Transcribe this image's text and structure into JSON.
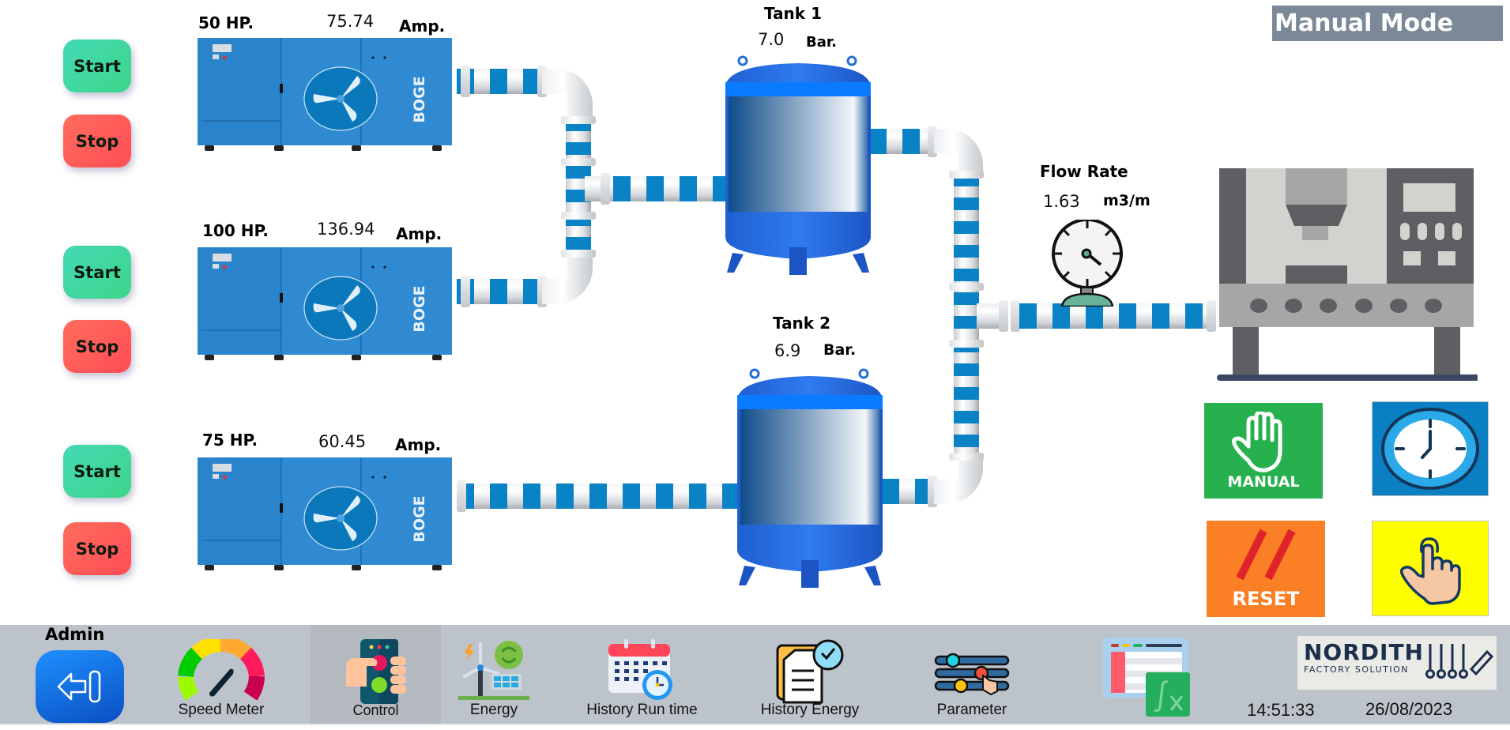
{
  "mode": {
    "label": "Manual Mode"
  },
  "compressors": [
    {
      "hp_label": "50 HP.",
      "current": "75.74",
      "unit": "Amp.",
      "brand": "BOGE",
      "start_label": "Start",
      "stop_label": "Stop"
    },
    {
      "hp_label": "100 HP.",
      "current": "136.94",
      "unit": "Amp.",
      "brand": "BOGE",
      "start_label": "Start",
      "stop_label": "Stop"
    },
    {
      "hp_label": "75 HP.",
      "current": "60.45",
      "unit": "Amp.",
      "brand": "BOGE",
      "start_label": "Start",
      "stop_label": "Stop"
    }
  ],
  "tanks": [
    {
      "name": "Tank 1",
      "pressure": "7.0",
      "unit": "Bar."
    },
    {
      "name": "Tank 2",
      "pressure": "6.9",
      "unit": "Bar."
    }
  ],
  "flow": {
    "title": "Flow Rate",
    "value": "1.63",
    "unit": "m3/m"
  },
  "control_tiles": {
    "manual_label": "MANUAL",
    "reset_label": "RESET",
    "manual_color": "#27b04e",
    "clock_color": "#0a7fc1",
    "reset_color": "#fa7f25",
    "touch_color": "#ffff00"
  },
  "user": {
    "role": "Admin"
  },
  "nav": {
    "items": [
      {
        "label": "Speed Meter",
        "icon": "speedometer-icon"
      },
      {
        "label": "Control",
        "icon": "remote-control-icon",
        "active": true
      },
      {
        "label": "Energy",
        "icon": "renewable-energy-icon"
      },
      {
        "label": "History Run time",
        "icon": "calendar-clock-icon"
      },
      {
        "label": "History Energy",
        "icon": "document-clock-icon"
      },
      {
        "label": "Parameter",
        "icon": "sliders-icon"
      },
      {
        "label": "",
        "icon": "spreadsheet-formula-icon"
      }
    ]
  },
  "brand": {
    "name": "NORDITH",
    "tagline": "FACTORY SOLUTION"
  },
  "status": {
    "time": "14:51:33",
    "date": "26/08/2023"
  }
}
